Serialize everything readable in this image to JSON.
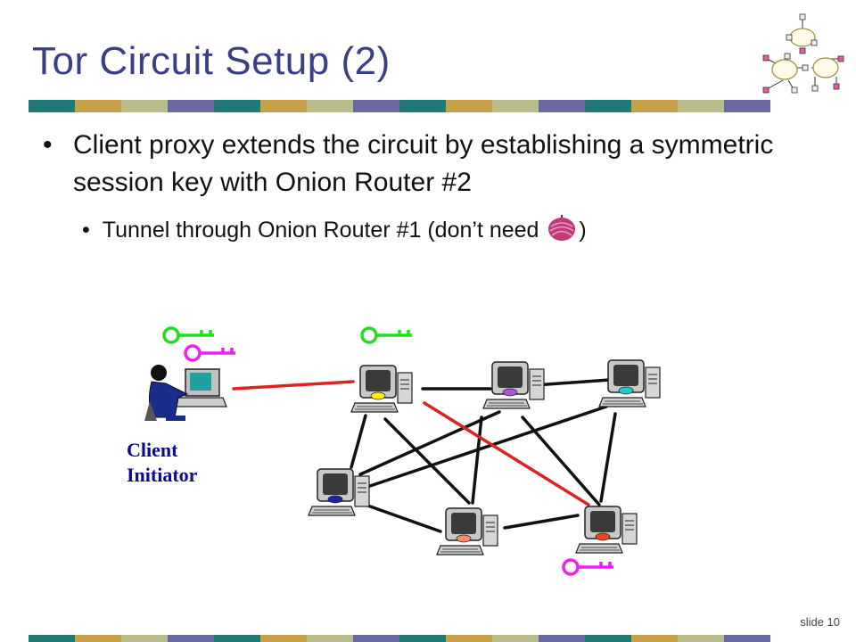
{
  "slide": {
    "title": "Tor Circuit Setup (2)",
    "bullet_main": "Client proxy extends the circuit by establishing a symmetric session key with Onion Router #2",
    "bullet_sub_before": "Tunnel through Onion Router #1 (don’t need ",
    "bullet_sub_after": ")",
    "footer": "slide 10"
  },
  "diagram": {
    "client_label_line1": "Client",
    "client_label_line2": "Initiator",
    "colors": {
      "key_green": "#22dd22",
      "key_magenta": "#ee22ee",
      "circuit_red": "#dd2222",
      "link_black": "#111111",
      "client_label": "#0a0a8a"
    },
    "router_screen_colors": [
      "#ffee00",
      "#aa55dd",
      "#22cccc",
      "#2222aa",
      "#ff8866",
      "#ee4422"
    ]
  },
  "theme": {
    "stripe_colors": [
      "#1e7a72",
      "#c9a04a",
      "#b9bc8a",
      "#6a6aa0"
    ],
    "title_color": "#3b3f86"
  }
}
